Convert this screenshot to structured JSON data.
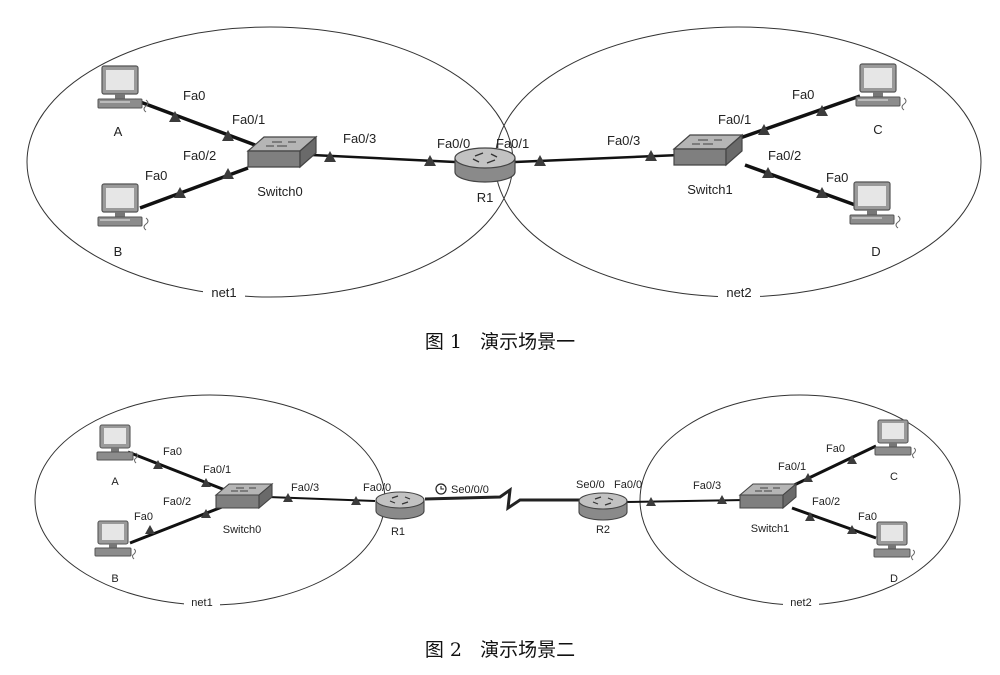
{
  "figure1": {
    "caption": "图 1   演示场景一",
    "net_labels": [
      "net1",
      "net2"
    ],
    "devices": {
      "A": "A",
      "B": "B",
      "C": "C",
      "D": "D",
      "switch0": "Switch0",
      "switch1": "Switch1",
      "router": "R1"
    },
    "ports": {
      "a_fa0": "Fa0",
      "sw0_fa01": "Fa0/1",
      "b_fa0": "Fa0",
      "sw0_fa02": "Fa0/2",
      "sw0_fa03": "Fa0/3",
      "r1_fa00": "Fa0/0",
      "r1_fa01": "Fa0/1",
      "sw1_fa03": "Fa0/3",
      "sw1_fa01": "Fa0/1",
      "c_fa0": "Fa0",
      "sw1_fa02": "Fa0/2",
      "d_fa0": "Fa0"
    }
  },
  "figure2": {
    "caption": "图 2   演示场景二",
    "net_labels": [
      "net1",
      "net2"
    ],
    "devices": {
      "A": "A",
      "B": "B",
      "C": "C",
      "D": "D",
      "switch0": "Switch0",
      "switch1": "Switch1",
      "router1": "R1",
      "router2": "R2"
    },
    "ports": {
      "a_fa0": "Fa0",
      "sw0_fa01": "Fa0/1",
      "b_fa0": "Fa0",
      "sw0_fa02": "Fa0/2",
      "sw0_fa03": "Fa0/3",
      "r1_fa00": "Fa0/0",
      "r1_se000": "Se0/0/0",
      "r2_se00": "Se0/0",
      "r2_fa00": "Fa0/0",
      "sw1_fa03": "Fa0/3",
      "sw1_fa01": "Fa0/1",
      "c_fa0": "Fa0",
      "sw1_fa02": "Fa0/2",
      "d_fa0": "Fa0"
    }
  }
}
